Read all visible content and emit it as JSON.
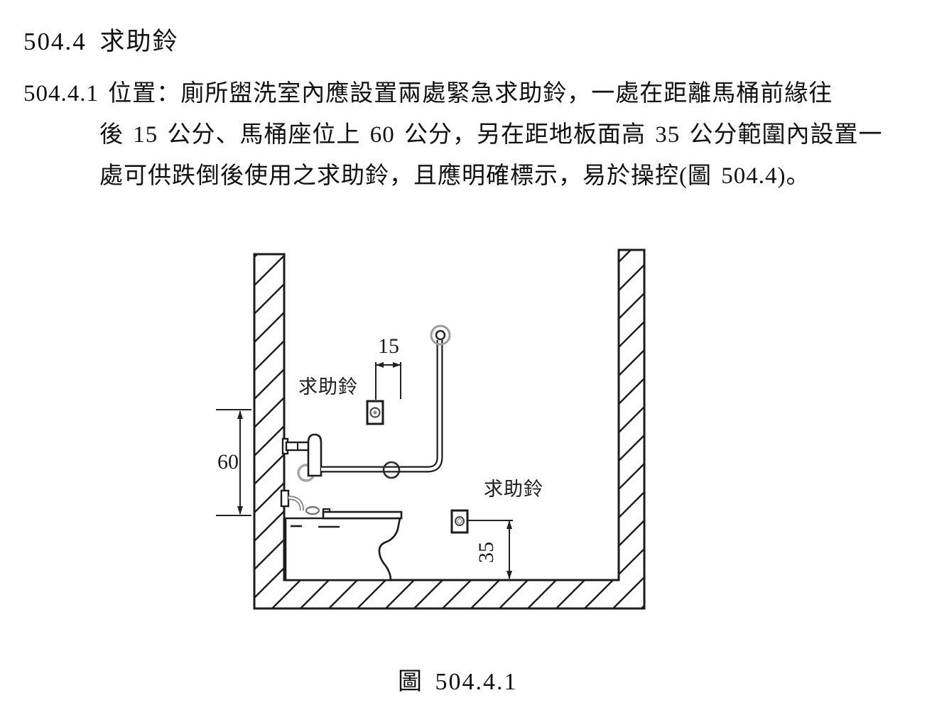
{
  "document": {
    "heading": "504.4 求助鈴",
    "body_lines": [
      "504.4.1 位置：廁所盥洗室內應設置兩處緊急求助鈴，一處在距離馬桶前緣往",
      "後 15 公分、馬桶座位上 60 公分，另在距地板面高 35 公分範圍內設置一",
      "處可供跌倒後使用之求助鈴，且應明確標示，易於操控(圖 504.4)。"
    ],
    "figure_caption": "圖 504.4.1"
  },
  "diagram": {
    "call_bell_label_upper": "求助鈴",
    "call_bell_label_lower": "求助鈴",
    "dim_setback_from_toilet_front_cm": "15",
    "dim_height_above_seat_cm": "60",
    "dim_height_above_floor_cm": "35",
    "ink_color": "#1c1c1c",
    "hatch_note": "diagonal-hatched wall and floor section"
  }
}
